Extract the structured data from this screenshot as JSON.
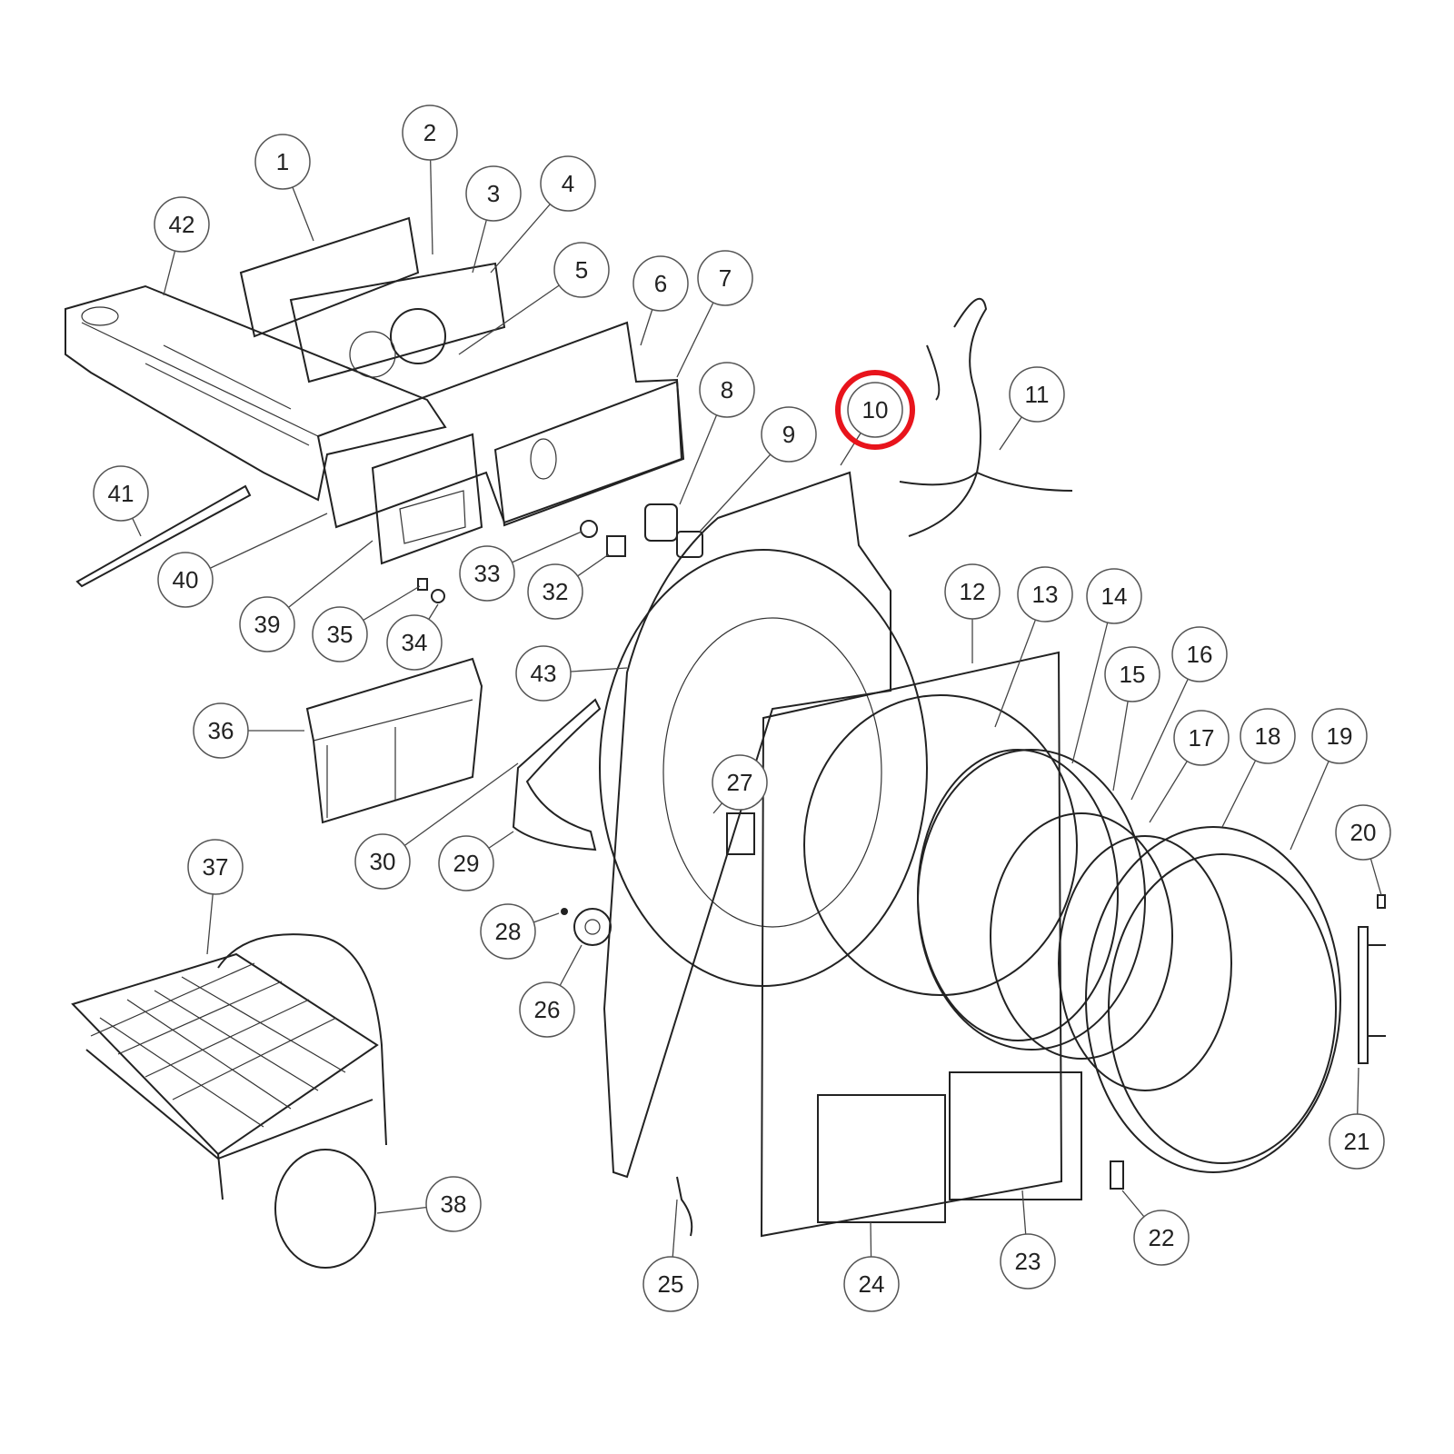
{
  "diagram": {
    "type": "exploded-parts-view",
    "highlighted_part": "10",
    "highlight_color": "#e8141c",
    "callouts": [
      "1",
      "2",
      "3",
      "4",
      "5",
      "6",
      "7",
      "8",
      "9",
      "10",
      "11",
      "12",
      "13",
      "14",
      "15",
      "16",
      "17",
      "18",
      "19",
      "20",
      "21",
      "22",
      "23",
      "24",
      "25",
      "26",
      "27",
      "28",
      "29",
      "30",
      "32",
      "33",
      "34",
      "35",
      "36",
      "37",
      "38",
      "39",
      "40",
      "41",
      "42",
      "43"
    ]
  }
}
